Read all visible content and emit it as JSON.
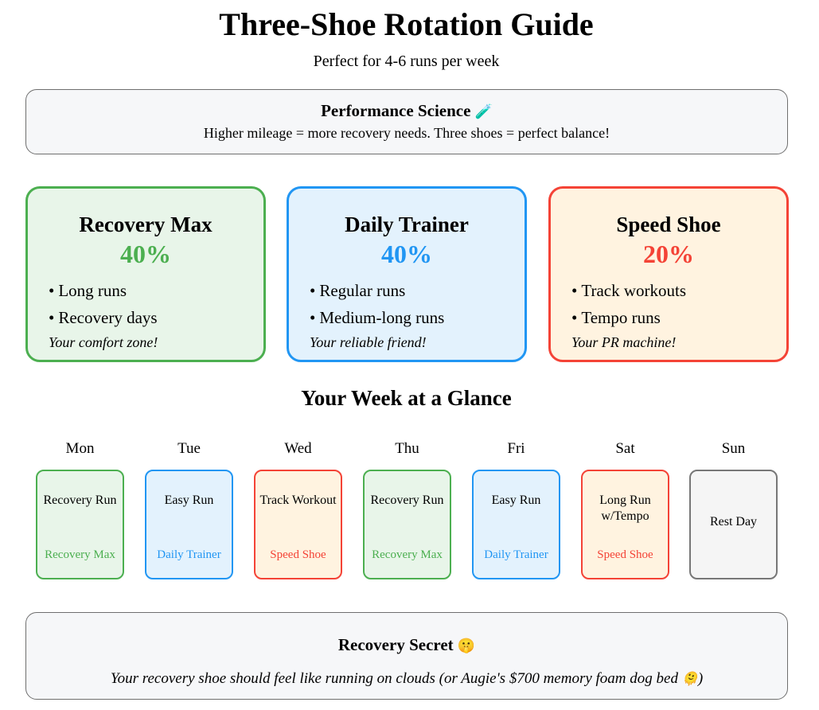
{
  "header": {
    "title": "Three-Shoe Rotation Guide",
    "subtitle": "Perfect for 4-6 runs per week"
  },
  "science": {
    "title": "Performance Science",
    "emoji": "🧪",
    "text": "Higher mileage = more recovery needs. Three shoes = perfect balance!"
  },
  "shoes": [
    {
      "name": "Recovery Max",
      "percent": "40%",
      "uses": [
        "Long runs",
        "Recovery days"
      ],
      "tagline": "Your comfort zone!",
      "accent": "#4caf50",
      "bg": "#e8f5e9"
    },
    {
      "name": "Daily Trainer",
      "percent": "40%",
      "uses": [
        "Regular runs",
        "Medium-long runs"
      ],
      "tagline": "Your reliable friend!",
      "accent": "#2196f3",
      "bg": "#e3f2fd"
    },
    {
      "name": "Speed Shoe",
      "percent": "20%",
      "uses": [
        "Track workouts",
        "Tempo runs"
      ],
      "tagline": "Your PR machine!",
      "accent": "#f44336",
      "bg": "#fff3e0"
    }
  ],
  "week": {
    "title": "Your Week at a Glance",
    "days": [
      {
        "day": "Mon",
        "workout": "Recovery Run",
        "shoe": "Recovery Max"
      },
      {
        "day": "Tue",
        "workout": "Easy Run",
        "shoe": "Daily Trainer"
      },
      {
        "day": "Wed",
        "workout": "Track Workout",
        "shoe": "Speed Shoe"
      },
      {
        "day": "Thu",
        "workout": "Recovery Run",
        "shoe": "Recovery Max"
      },
      {
        "day": "Fri",
        "workout": "Easy Run",
        "shoe": "Daily Trainer"
      },
      {
        "day": "Sat",
        "workout": "Long Run w/Tempo",
        "shoe": "Speed Shoe"
      },
      {
        "day": "Sun",
        "workout": "Rest Day",
        "shoe": ""
      }
    ]
  },
  "secret": {
    "title": "Recovery Secret",
    "title_emoji": "🤫",
    "text": "Your recovery shoe should feel like running on clouds (or Augie's $700 memory foam dog bed",
    "text_emoji": "🫠",
    "text_end": ")"
  },
  "colors": {
    "rest_border": "#777777",
    "rest_bg": "#f5f5f5"
  }
}
